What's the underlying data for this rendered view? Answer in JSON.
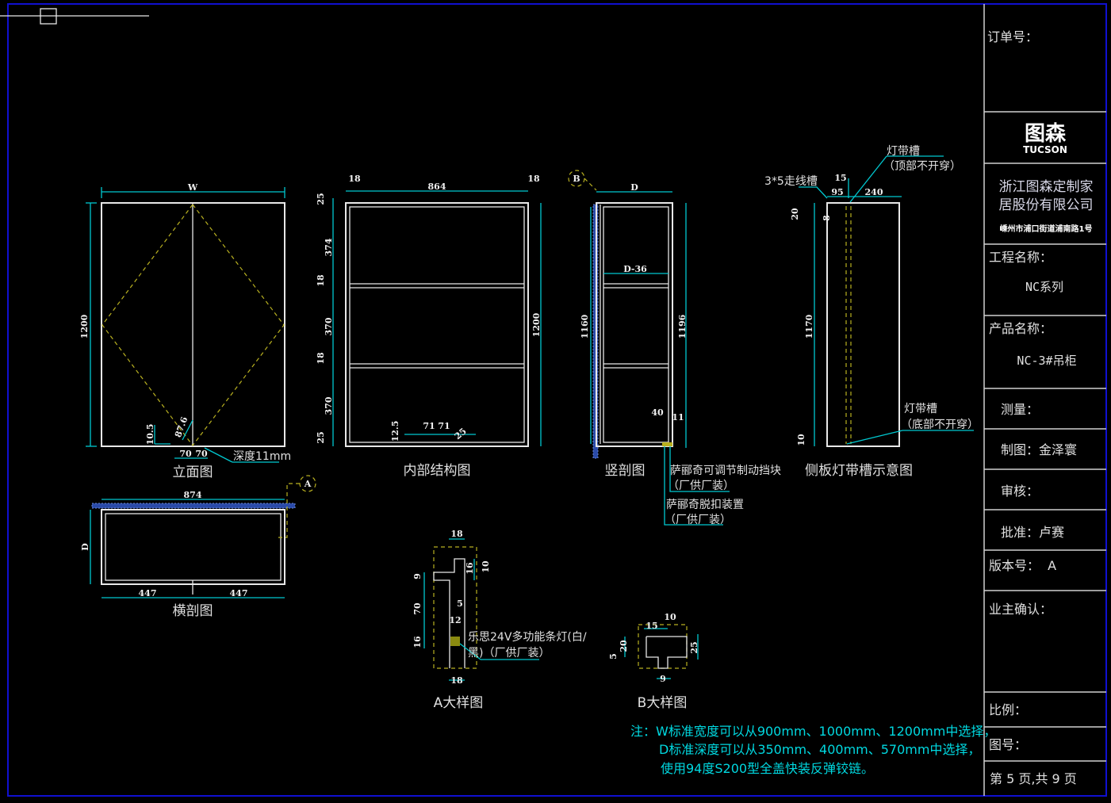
{
  "views": {
    "elevation": {
      "title": "立面图",
      "width": "W",
      "height": "1200",
      "dim_10_5": "10.5",
      "dim_87_6": "87.6",
      "dim_70a": "70",
      "dim_70b": "70",
      "depth_note": "深度11mm"
    },
    "interior": {
      "title": "内部结构图",
      "top": [
        "18",
        "864",
        "18"
      ],
      "left": [
        "25",
        "374",
        "18",
        "370",
        "18",
        "370",
        "25"
      ],
      "right": "1200",
      "bottom": [
        "12.5",
        "71",
        "71",
        "25"
      ]
    },
    "section": {
      "title": "竖剖图",
      "marker": "B",
      "depth": "D",
      "inner_depth": "D-36",
      "left_height": "1160",
      "right_height": "1196",
      "dim_40": "40",
      "dim_11": "11",
      "note1_line1": "萨郦奇可调节制动挡块",
      "note1_line2": "（厂供厂装）",
      "note2_line1": "萨郦奇脱扣装置",
      "note2_line2": "（厂供厂装）"
    },
    "side_panel": {
      "title": "侧板灯带槽示意图",
      "wire_slot": "3*5走线槽",
      "top_slot_line1": "灯带槽",
      "top_slot_line2": "（顶部不开穿）",
      "bottom_slot_line1": "灯带槽",
      "bottom_slot_line2": "（底部不开穿）",
      "dim_15": "15",
      "dim_95": "95",
      "dim_240": "240",
      "dim_20": "20",
      "dim_8": "8",
      "dim_1170": "1170",
      "dim_10": "10"
    },
    "plan": {
      "title": "横剖图",
      "marker": "A",
      "width": "874",
      "depth": "D",
      "half_left": "447",
      "half_right": "447"
    },
    "detail_a": {
      "title": "A大样图",
      "top": "18",
      "bottom": "18",
      "dims": [
        "16",
        "10",
        "9",
        "5",
        "70",
        "12",
        "16"
      ],
      "light_line1": "乐思24V多功能条灯(白/",
      "light_line2": "黑)（厂供厂装）"
    },
    "detail_b": {
      "title": "B大样图",
      "dims": [
        "10",
        "15",
        "20",
        "5",
        "25",
        "9"
      ]
    }
  },
  "notes": {
    "line1": "注：W标准宽度可以从900mm、1000mm、1200mm中选择，",
    "line2": "D标准深度可以从350mm、400mm、570mm中选择，",
    "line3": "使用94度S200型全盖快装反弹铰链。"
  },
  "title_block": {
    "order_no": "订单号：",
    "logo_cn": "图森",
    "logo_en": "TUCSON",
    "company_line1": "浙江图森定制家",
    "company_line2": "居股份有限公司",
    "address": "嵊州市浦口街道浦南路1号",
    "project_label": "工程名称：",
    "project_value": "NC系列",
    "product_label": "产品名称：",
    "product_value": "NC-3#吊柜",
    "measure": "测量：",
    "drawn": "制图：金泽寰",
    "review": "审核：",
    "approve": "批准：卢赛",
    "version": "版本号：  A",
    "owner_confirm": "业主确认：",
    "scale": "比例：",
    "drawing_no": "图号：",
    "page": "第 5 页,共 9 页"
  },
  "colors": {
    "border": "#1010d0",
    "dim": "#00c8d0",
    "hidden": "#b8b020",
    "line": "#e8e8e8"
  }
}
